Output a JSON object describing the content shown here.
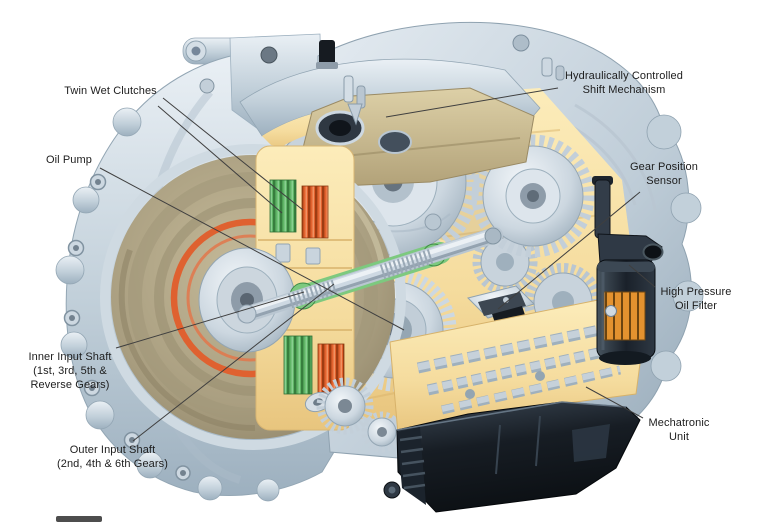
{
  "labels": {
    "twin_wet_clutches": {
      "text": "Twin Wet Clutches"
    },
    "oil_pump": {
      "text": "Oil Pump"
    },
    "shift_mechanism": {
      "line1": "Hydraulically Controlled",
      "line2": "Shift Mechanism"
    },
    "gear_position_sensor": {
      "line1": "Gear Position",
      "line2": "Sensor"
    },
    "high_pressure_oil_filter": {
      "line1": "High Pressure",
      "line2": "Oil Filter"
    },
    "mechatronic_unit": {
      "line1": "Mechatronic",
      "line2": "Unit"
    },
    "inner_input_shaft": {
      "line1": "Inner Input Shaft",
      "line2": "(1st, 3rd, 5th &",
      "line3": "Reverse Gears)"
    },
    "outer_input_shaft": {
      "line1": "Outer Input Shaft",
      "line2": "(2nd, 4th & 6th Gears)"
    }
  },
  "colors": {
    "background": "#ffffff",
    "housing_metal": "#c6d4df",
    "cut_surface": "#f5dfa3",
    "flywheel_khaki": "#b1a689",
    "seal_ring_orange": "#df6130",
    "clutch_green": "#5fb566",
    "clutch_orange": "#e2622e",
    "shaft_green": "#7dc97f",
    "gear_silver": "#ccd7e0",
    "dark_unit": "#151b22",
    "filter_media_orange": "#e3922f",
    "label_text": "#1d1d1d",
    "leader_line": "#3f3f3f"
  }
}
